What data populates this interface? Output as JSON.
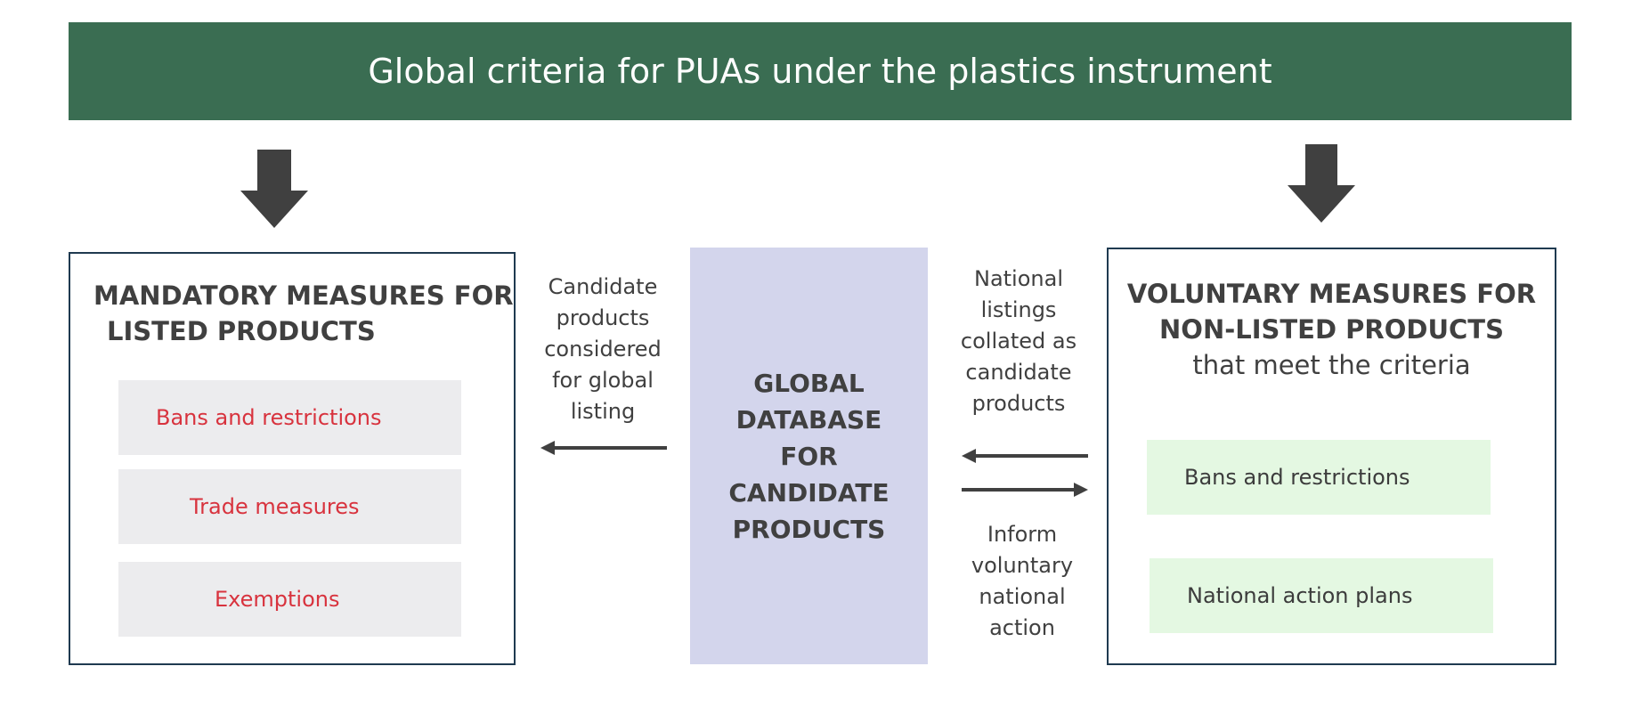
{
  "header": {
    "title": "Global criteria for PUAs under the plastics instrument"
  },
  "mandatory": {
    "title_line1": "MANDATORY MEASURES FOR",
    "title_line2": "LISTED PRODUCTS",
    "items": [
      "Bans and restrictions",
      "Trade measures",
      "Exemptions"
    ]
  },
  "database": {
    "lines": [
      "GLOBAL",
      "DATABASE",
      "FOR",
      "CANDIDATE",
      "PRODUCTS"
    ]
  },
  "captions": {
    "to_mandatory": [
      "Candidate",
      "products",
      "considered",
      "for global",
      "listing"
    ],
    "from_voluntary": [
      "National",
      "listings",
      "collated as",
      "candidate",
      "products"
    ],
    "to_voluntary": [
      "Inform",
      "voluntary",
      "national",
      "action"
    ]
  },
  "voluntary": {
    "title_line1": "VOLUNTARY MEASURES FOR",
    "title_line2": "NON-LISTED PRODUCTS",
    "subtitle": "that meet the criteria",
    "items": [
      "Bans and restrictions",
      "National action plans"
    ]
  },
  "colors": {
    "banner": "#3a6d52",
    "arrow": "#404040",
    "panel_border": "#1f3a50",
    "database_fill": "#d3d5ec",
    "mandatory_item_fill": "#ececee",
    "mandatory_item_text": "#d8333e",
    "voluntary_item_fill": "#e4f8e2"
  }
}
